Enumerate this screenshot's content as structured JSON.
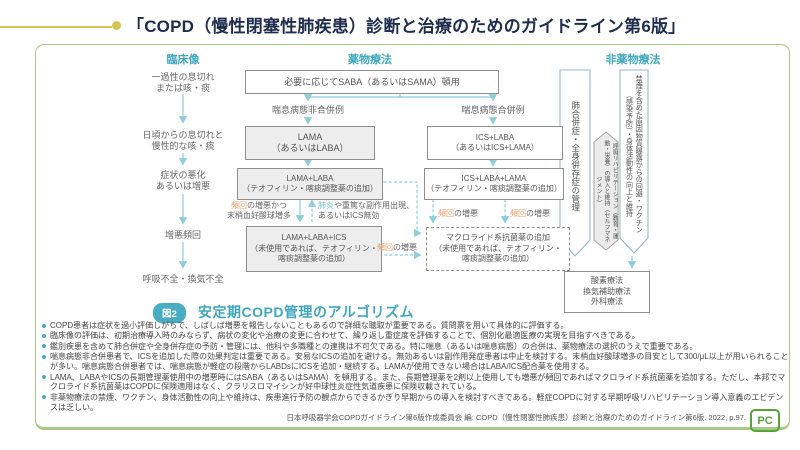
{
  "title": "「COPD（慢性閉塞性肺疾患）診断と治療のためのガイドライン第6版」",
  "columns": {
    "clinical": "臨床像",
    "pharma": "薬物療法",
    "nonpharma": "非薬物療法"
  },
  "clinical": {
    "stages": [
      "一過性の息切れ\nまたは咳・痰",
      "日頃からの息切れと\n慢性的な咳・痰",
      "症状の悪化\nあるいは増悪",
      "増悪頻回",
      "呼吸不全・換気不全"
    ]
  },
  "flow": {
    "saba": "必要に応じてSABA（あるいはSAMA）頓用",
    "branch_left": "喘息病態非合併例",
    "branch_right": "喘息病態合併例",
    "lama": "LAMA\n（あるいはLABA）",
    "ics_laba": "ICS+LABA\n（あるいはICS+LAMA）",
    "lama_laba": "LAMA+LABA\n（テオフィリン・喀痰調整薬の追加）",
    "ics_laba_lama": "ICS+LABA+LAMA\n（テオフィリン・喀痰調整薬の追加）",
    "lama_laba_ics": "LAMA+LABA+ICS\n（未使用であれば、テオフィリン・\n喀痰調整薬の追加）",
    "macrolide": "マクロライド系抗菌薬の追加\n（未使用であれば、テオフィリン・\n喀痰調整薬の追加）",
    "freq_hl": "頻回",
    "freq_down_rest": "の増悪かつ\n末梢血好酸球増多",
    "pneumonia_hl": "肺炎",
    "pneumonia_rest": "や重篤な副作用出現、\nあるいはICS無効",
    "freq_exac_rest": "の増悪"
  },
  "nonpharma": {
    "manage": "肺合併症・全身併存症の管理",
    "rehab": "呼吸リハビリテーション（教育・運動・栄養）の導入と維持（セルフマネジメント）",
    "smoking": "禁煙を含めた原因物質曝露からの回避・ワクチン（感染予防）・身体活動性の向上と維持",
    "therapy": "酸素療法\n換気補助療法\n外科療法"
  },
  "caption": {
    "badge": "図2",
    "text": "安定期COPD管理のアルゴリズム"
  },
  "notes": [
    "COPD患者は症状を過小評価しがちで、しばしば増悪を報告しないこともあるので詳細な聴取が重要である。質問票を用いて具体的に評価する。",
    "臨床像の評価は、初期治療導入時のみならず、病状の変化や治療の変更に合わせて、繰り返し重症度を評価することで、個別化最適医療の実現を目指すべきである。",
    "鑑別疾患を含めて肺合併症や全身併存症の予防・管理には、他科や多職種との連携は不可欠である。特に喘息（あるいは喘息病態）の合併は、薬物療法の選択のうえで重要である。",
    "喘息病態非合併患者で、ICSを追加した際の効果判定は重要である。安易なICSの追加を避ける。無効あるいは副作用発症患者は中止を検討する。末梢血好酸球増多の目安として300/μL以上が用いられることが多い。喘息病態合併患者では、喘息病態が軽症の段階からLABDsにICSを追加・継続する。LAMAが使用できない場合はLABA/ICS配合薬を使用する。",
    "LAMA、LABAやICSの長期管理薬使用中の増悪時にはSABA（あるいはSAMA）を頓用する。また、長期管理薬を2剤以上使用しても増悪が頻回であればマクロライド系抗菌薬を追加する。ただし、本邦でマクロライド系抗菌薬はCOPDに保険適用はなく、クラリスロマイシンが好中球性炎症性気道疾患に保険収載されている。",
    "非薬物療法の禁煙、ワクチン、身体活動性の向上や維持は、疾患進行予防の観点からできるかぎり早期からの導入を検討すべきである。軽症COPDに対する早期呼吸リハビリテーション導入意義のエビデンスは乏しい。"
  ],
  "citation": "日本呼吸器学会COPDガイドライン第6版作成委員会 編: COPD（慢性閉塞性肺疾患）診断と治療のためのガイドライン第6版. 2022, p.97.",
  "logo": "PC",
  "colors": {
    "accent_teal": "#3fa8bf",
    "arrow_teal": "#8ecddb",
    "frame_green": "#a6ca81",
    "title_yellow": "#d5c44e",
    "highlight_orange": "#e9a16b",
    "logo_green": "#55a33b"
  }
}
